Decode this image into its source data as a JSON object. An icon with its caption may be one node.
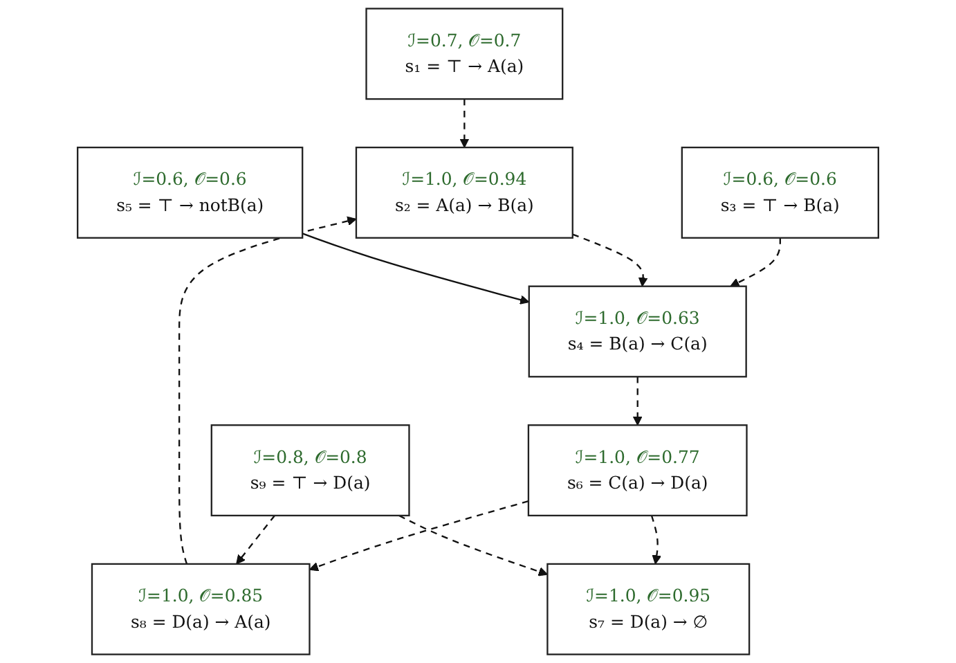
{
  "diagram": {
    "nodes": [
      {
        "text": [
          "ℐ=0.7, 𝒪=0.7",
          "s₁ = ⊤ → A(a)"
        ]
      },
      {
        "text": [
          "ℐ=0.6, 𝒪=0.6",
          "s₃ = ⊤ → B(a)"
        ]
      },
      {
        "text": [
          "ℐ=1.0, 𝒪=0.94",
          "s₂ = A(a) → B(a)"
        ]
      },
      {
        "text": [
          "ℐ=1.0, 𝒪=0.63",
          "s₄ = B(a) → C(a)"
        ]
      },
      {
        "text": [
          "ℐ=0.6, 𝒪=0.6",
          "s₅ = ⊤ → notB(a)"
        ]
      },
      {
        "text": [
          "ℐ=1.0, 𝒪=0.85",
          "s₈ = D(a) → A(a)"
        ]
      },
      {
        "text": [
          "ℐ=1.0, 𝒪=0.77",
          "s₆ = C(a) → D(a)"
        ]
      },
      {
        "text": [
          "ℐ=0.8, 𝒪=0.8",
          "s₉ = ⊤ → D(a)"
        ]
      },
      {
        "text": [
          "ℐ=1.0, 𝒪=0.95",
          "s₇ = D(a) → ∅"
        ]
      }
    ],
    "edges": [
      {
        "from": 0,
        "to": 2,
        "arrow": "to",
        "style": "dashed"
      },
      {
        "from": 1,
        "to": 3,
        "arrow": "to",
        "style": "dashed"
      },
      {
        "from": 2,
        "to": 3,
        "arrow": "to",
        "style": "dashed"
      },
      {
        "from": 4,
        "to": 3,
        "arrow": "to"
      },
      {
        "from": 3,
        "to": 6,
        "arrow": "to",
        "style": "dashed"
      },
      {
        "from": 6,
        "to": 5,
        "arrow": "to",
        "style": "dashed"
      },
      {
        "from": 5,
        "to": 2,
        "arrow": "to",
        "style": "dashed"
      },
      {
        "from": 7,
        "to": 5,
        "arrow": "to",
        "style": "dashed"
      },
      {
        "from": 6,
        "to": 8,
        "arrow": "to",
        "style": "dashed"
      },
      {
        "from": 7,
        "to": 8,
        "arrow": "to",
        "style": "dashed"
      }
    ]
  }
}
